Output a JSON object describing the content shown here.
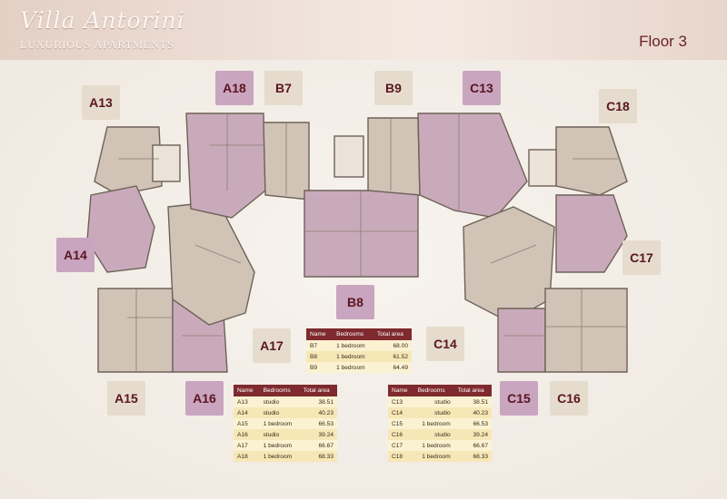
{
  "header": {
    "logo_title": "Villa Antorini",
    "logo_subtitle": "LUXURIOUS APARTMENTS",
    "floor_label": "Floor 3"
  },
  "unit_labels": {
    "A13": "A13",
    "A14": "A14",
    "A15": "A15",
    "A16": "A16",
    "A17": "A17",
    "A18": "A18",
    "B7": "B7",
    "B8": "B8",
    "B9": "B9",
    "C13": "C13",
    "C14": "C14",
    "C15": "C15",
    "C16": "C16",
    "C17": "C17",
    "C18": "C18"
  },
  "tables": {
    "b": {
      "headers": [
        "Name",
        "Bedrooms",
        "Total area"
      ],
      "rows": [
        [
          "B7",
          "1 bedroom",
          "68.00"
        ],
        [
          "B8",
          "1 bedroom",
          "61.52"
        ],
        [
          "B9",
          "1 bedroom",
          "64.49"
        ]
      ]
    },
    "a": {
      "headers": [
        "Name",
        "Bedrooms",
        "Total area"
      ],
      "rows": [
        [
          "A13",
          "studio",
          "38.51"
        ],
        [
          "A14",
          "studio",
          "40.23"
        ],
        [
          "A15",
          "1 bedroom",
          "66.53"
        ],
        [
          "A16",
          "studio",
          "39.24"
        ],
        [
          "A17",
          "1 bedroom",
          "66.67"
        ],
        [
          "A18",
          "1 bedroom",
          "68.33"
        ]
      ]
    },
    "c": {
      "headers": [
        "Name",
        "Bedrooms",
        "Total area"
      ],
      "rows": [
        [
          "C13",
          "studio",
          "38.51"
        ],
        [
          "C14",
          "studio",
          "40.23"
        ],
        [
          "C15",
          "1 bedroom",
          "66.53"
        ],
        [
          "C16",
          "studio",
          "39.24"
        ],
        [
          "C17",
          "1 bedroom",
          "66.67"
        ],
        [
          "C18",
          "1 bedroom",
          "68.33"
        ]
      ]
    }
  },
  "colors": {
    "pink_unit": "#c9a5bf",
    "beige_unit": "#e5dccd",
    "table_header": "#7e2a2e",
    "label_text": "#5a1520"
  }
}
